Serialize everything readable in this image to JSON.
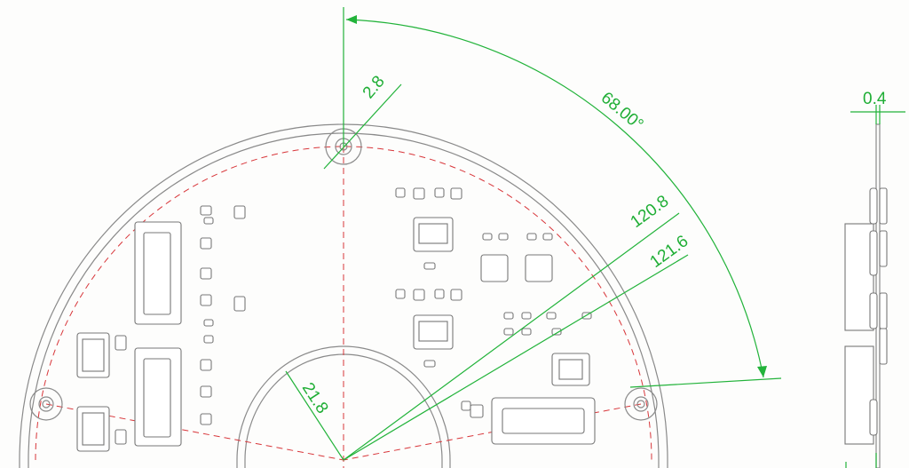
{
  "dimensions": {
    "hole_diameter": "2.8",
    "angle": "68.00°",
    "radius_inner": "120.8",
    "radius_outer": "121.6",
    "cutout_radius": "21.8",
    "board_thickness": "0.4"
  },
  "colors": {
    "dimension": "#22b33a",
    "centerline": "#d8363a",
    "outline": "#8a8a8a"
  }
}
